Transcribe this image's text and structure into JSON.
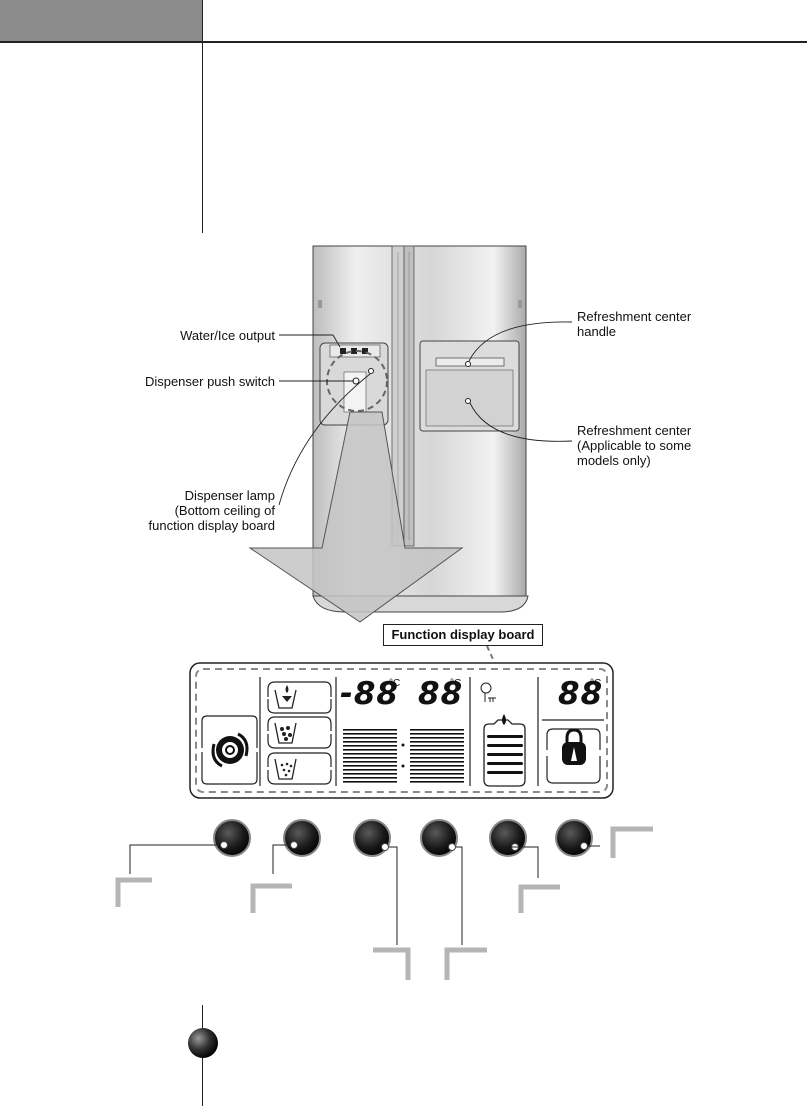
{
  "labels": {
    "water_ice_output": "Water/Ice output",
    "dispenser_push_switch": "Dispenser push switch",
    "dispenser_lamp": "Dispenser lamp\n(Bottom ceiling of\nfunction display board",
    "refreshment_center_handle": "Refreshment center\nhandle",
    "refreshment_center": "Refreshment center\n(Applicable to some\nmodels only)"
  },
  "board": {
    "title": "Function display board",
    "freezer_temp": "-88",
    "fridge_temp": "88",
    "extra_temp": "88",
    "degree_unit": "°C"
  },
  "buttons": [
    {
      "name": "button-1"
    },
    {
      "name": "button-2"
    },
    {
      "name": "button-3"
    },
    {
      "name": "button-4"
    },
    {
      "name": "button-5"
    },
    {
      "name": "button-6"
    }
  ],
  "icons": [
    "eco-swirl-icon",
    "water-cup-icon",
    "cubed-ice-cup-icon",
    "crushed-ice-cup-icon",
    "filter-reset-icon",
    "water-filter-icon",
    "lock-icon"
  ],
  "colors": {
    "header_tab": "#8c8c8c",
    "dashed_border": "#8a8a8a",
    "callout_bracket": "#b5b5b5"
  }
}
